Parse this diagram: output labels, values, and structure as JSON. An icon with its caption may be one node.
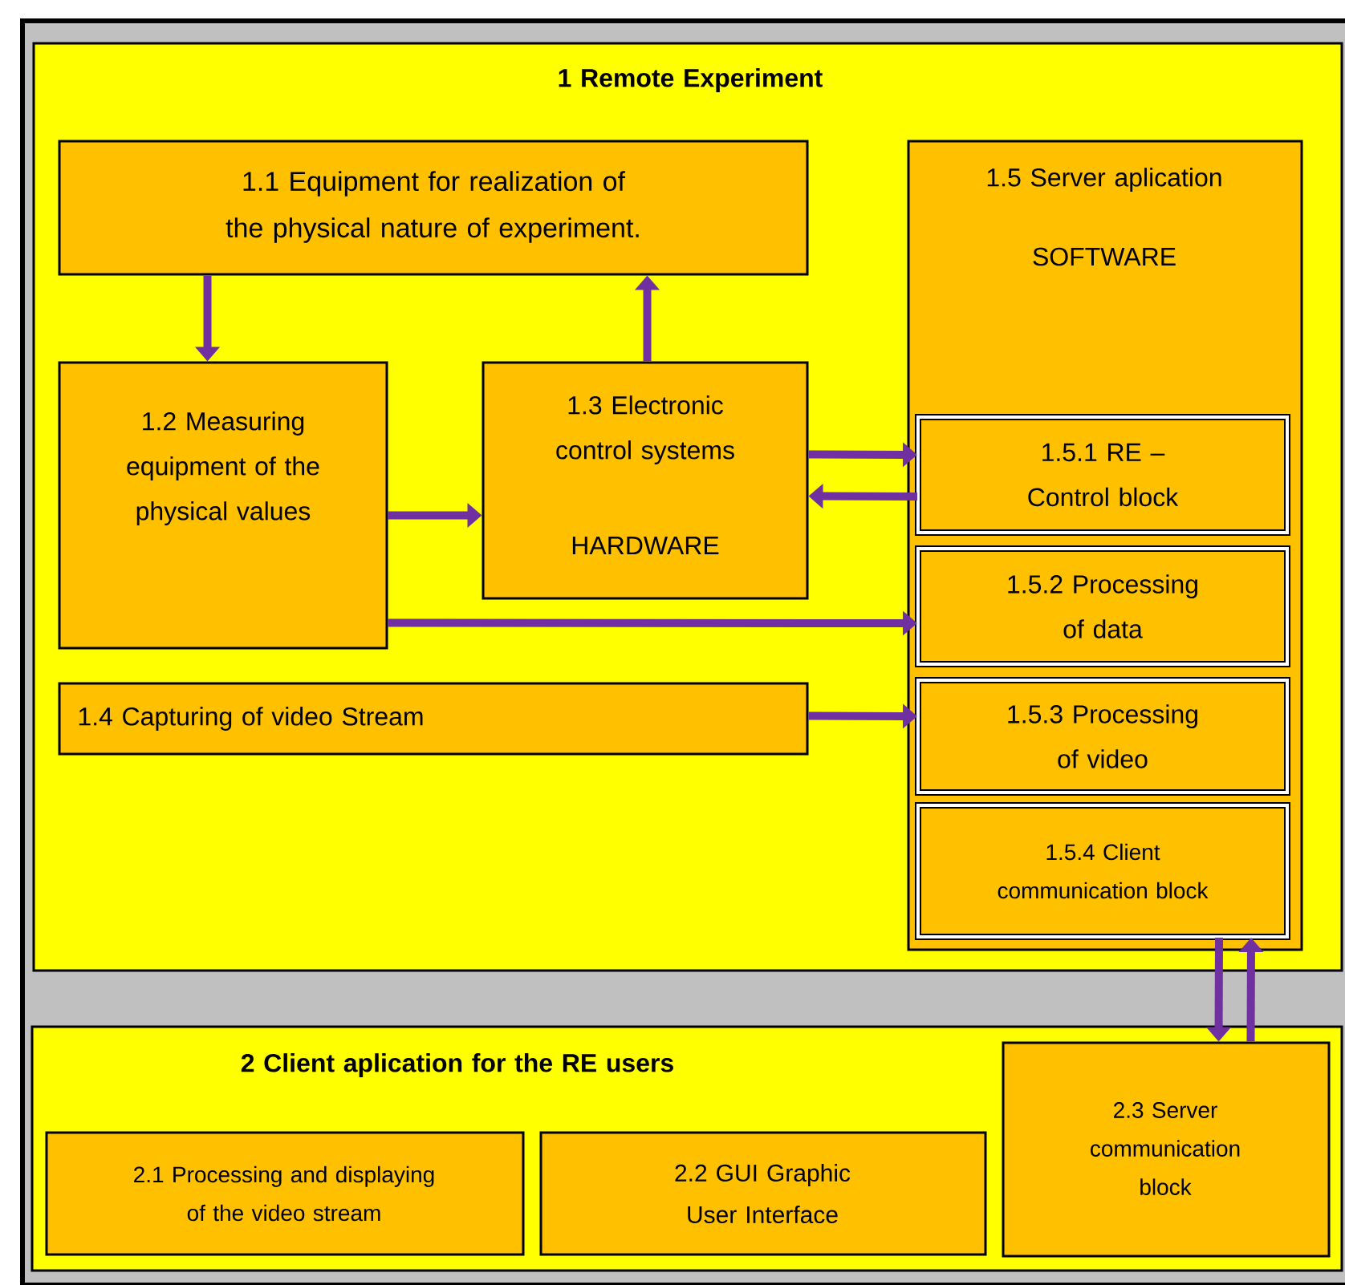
{
  "diagram": {
    "nodes": [
      {
        "text": [
          "1 Remote Experiment"
        ]
      },
      {
        "text": [
          "1.1 Equipment for realization of the physical nature of experiment."
        ],
        "in": 0
      },
      {
        "text": [
          "1.2 Measuring equipment of the physical values"
        ],
        "in": 0
      },
      {
        "text": [
          "1.3 Electronic control systems",
          "HARDWARE"
        ],
        "in": 0
      },
      {
        "text": [
          "1.4 Capturing of video Stream"
        ],
        "in": 0
      },
      {
        "text": [
          "1.5 Server aplication",
          "SOFTWARE"
        ],
        "in": 0
      },
      {
        "text": [
          "1.5.1 RE – Control block"
        ],
        "in": 5
      },
      {
        "text": [
          "1.5.2 Processing of data"
        ],
        "in": 5
      },
      {
        "text": [
          "1.5.3 Processing of video"
        ],
        "in": 5
      },
      {
        "text": [
          "1.5.4 Client communication block"
        ],
        "in": 5
      },
      {
        "text": [
          "2 Client aplication for the RE users"
        ]
      },
      {
        "text": [
          "2.1 Processing and displaying of the video stream"
        ],
        "in": 10
      },
      {
        "text": [
          "2.2 GUI Graphic User Interface"
        ],
        "in": 10
      },
      {
        "text": [
          "2.3 Server communication block"
        ],
        "in": 10
      }
    ],
    "edges": [
      {
        "from": 1,
        "to": 2,
        "arrow": "to"
      },
      {
        "from": 3,
        "to": 1,
        "arrow": "to"
      },
      {
        "from": 2,
        "to": 3,
        "arrow": "to"
      },
      {
        "from": 3,
        "to": 6,
        "arrow": "to"
      },
      {
        "from": 6,
        "to": 3,
        "arrow": "to"
      },
      {
        "from": 2,
        "to": 7,
        "arrow": "to"
      },
      {
        "from": 4,
        "to": 8,
        "arrow": "to"
      },
      {
        "from": 9,
        "to": 13,
        "arrow": "to"
      },
      {
        "from": 13,
        "to": 9,
        "arrow": "to"
      }
    ]
  }
}
